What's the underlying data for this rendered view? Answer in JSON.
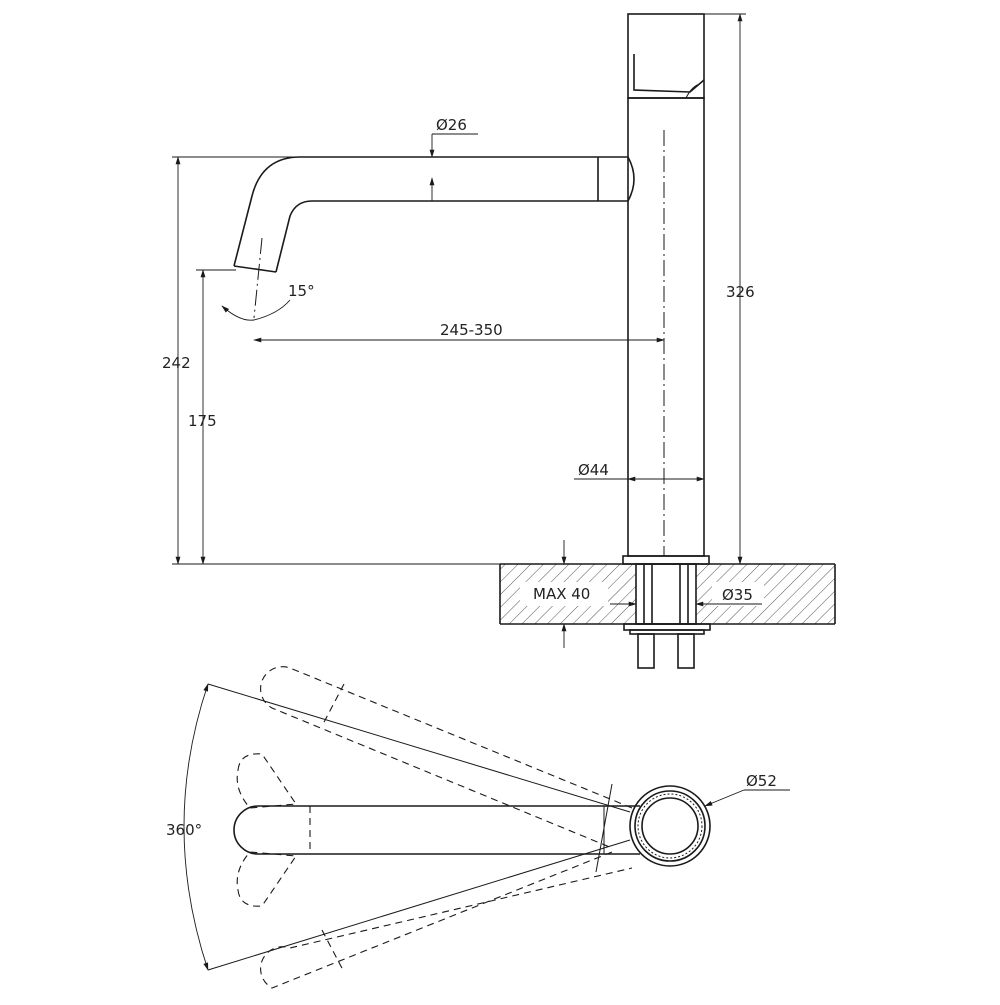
{
  "labels": {
    "diameter_spout": "Ø26",
    "spout_angle": "15°",
    "reach": "245-350",
    "height_total_spout": "242",
    "height_outlet": "175",
    "height_total": "326",
    "diameter_body": "Ø44",
    "max_thickness": "MAX 40",
    "diameter_hole": "Ø35",
    "diameter_base": "Ø52",
    "rotation": "360°"
  },
  "colors": {
    "line": "#1a1a1a",
    "background": "#ffffff",
    "text": "#222222"
  }
}
